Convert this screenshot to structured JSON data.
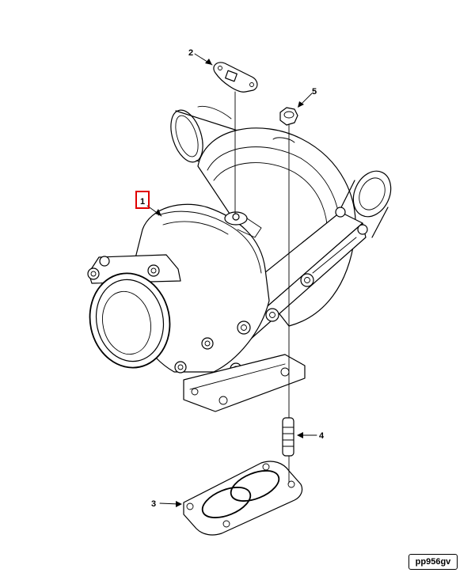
{
  "callouts": [
    {
      "id": "1",
      "label": "1",
      "highlighted": true
    },
    {
      "id": "2",
      "label": "2",
      "highlighted": false
    },
    {
      "id": "3",
      "label": "3",
      "highlighted": false
    },
    {
      "id": "4",
      "label": "4",
      "highlighted": false
    },
    {
      "id": "5",
      "label": "5",
      "highlighted": false
    }
  ],
  "highlight_color": "#e00000",
  "reference_code": "pp956gv"
}
